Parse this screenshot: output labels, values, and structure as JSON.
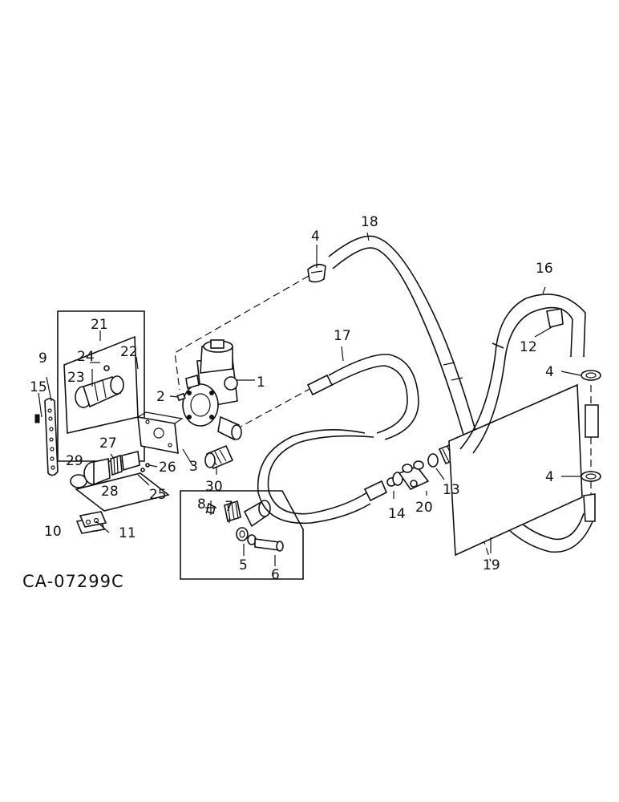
{
  "diagram": {
    "drawing_code": "CA-07299C",
    "callouts": [
      "1",
      "2",
      "3",
      "4",
      "5",
      "6",
      "7",
      "8",
      "9",
      "10",
      "11",
      "12",
      "13",
      "14",
      "15",
      "16",
      "17",
      "18",
      "19",
      "20",
      "21",
      "22",
      "23",
      "24",
      "25",
      "26",
      "27",
      "28",
      "29",
      "30"
    ]
  }
}
